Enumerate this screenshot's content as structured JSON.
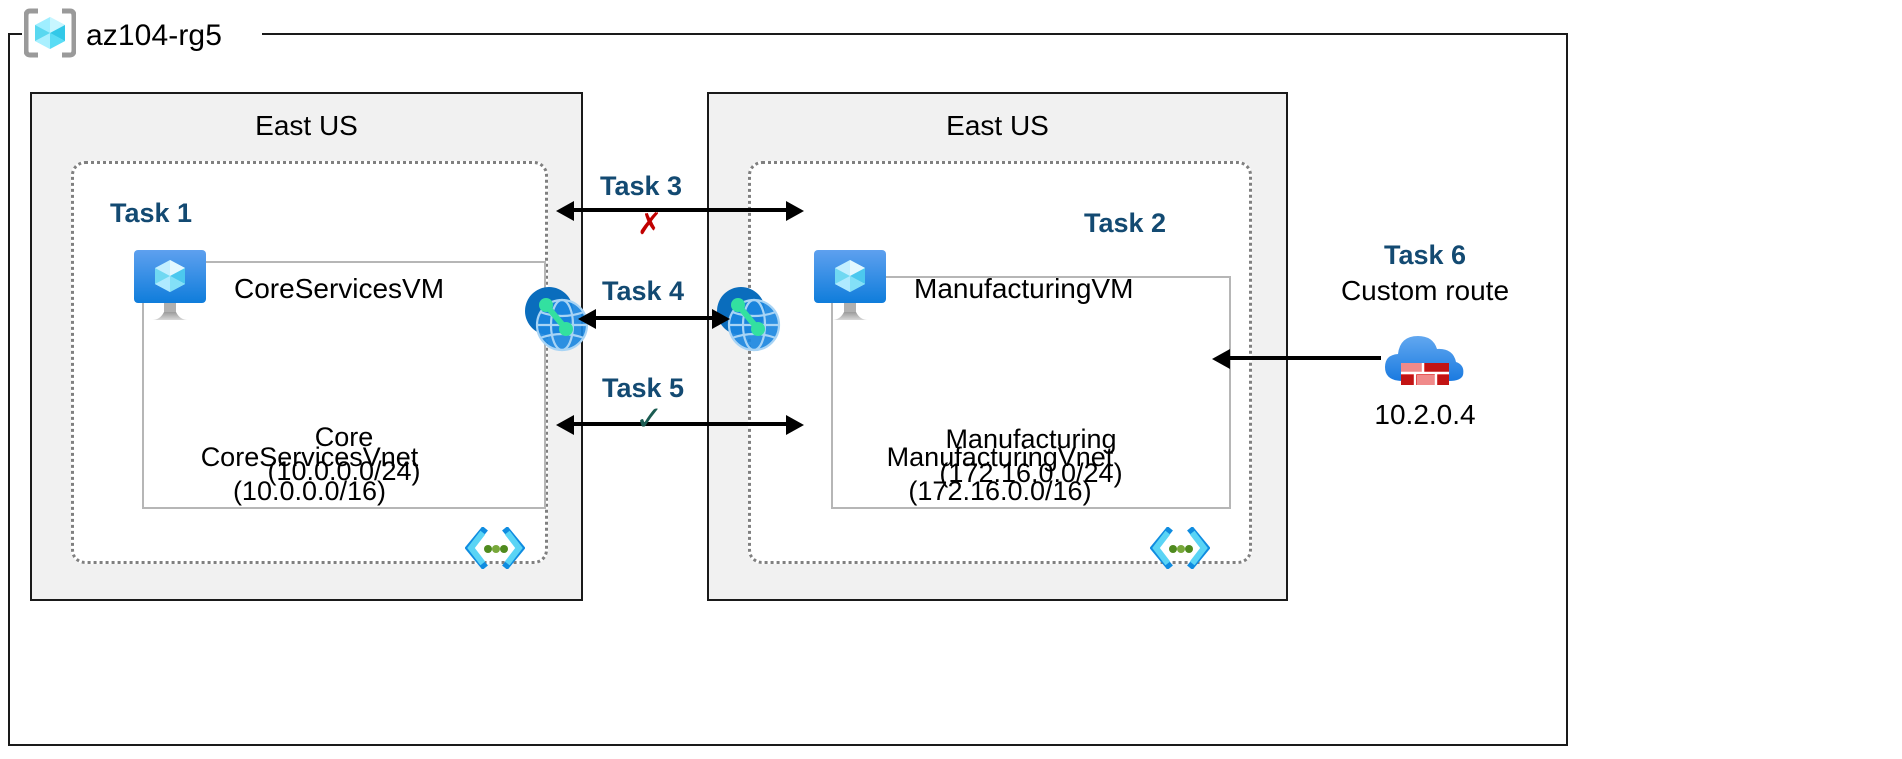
{
  "resource_group": {
    "name": "az104-rg5",
    "icon": "azure-resource-group-icon"
  },
  "regions": [
    {
      "id": "left",
      "label": "East US"
    },
    {
      "id": "right",
      "label": "East US"
    }
  ],
  "vnets": [
    {
      "id": "left",
      "name": "CoreServicesVnet",
      "cidr": "(10.0.0.0/16)",
      "subnet": {
        "name": "Core",
        "cidr": "(10.0.0.0/24)"
      },
      "vm": {
        "name": "CoreServicesVM",
        "icon": "virtual-machine-icon"
      },
      "task": "Task 1"
    },
    {
      "id": "right",
      "name": "ManufacturingVnet",
      "cidr": "(172.16.0.0/16)",
      "subnet": {
        "name": "Manufacturing",
        "cidr": "(172.16.0.0/24)"
      },
      "vm": {
        "name": "ManufacturingVM",
        "icon": "virtual-machine-icon"
      },
      "task": "Task 2"
    }
  ],
  "connections": [
    {
      "id": "task3",
      "label": "Task 3",
      "mark": "✗",
      "mark_type": "blocked",
      "mark_color": "#c00000"
    },
    {
      "id": "task4",
      "label": "Task 4",
      "mark": "",
      "mark_type": "peering",
      "mark_color": ""
    },
    {
      "id": "task5",
      "label": "Task 5",
      "mark": "✓",
      "mark_type": "allowed",
      "mark_color": "#1b5c52"
    }
  ],
  "peering": {
    "icon": "vnet-peering-icon",
    "count": 2
  },
  "route": {
    "task": "Task 6",
    "label": "Custom route",
    "ip": "10.2.0.4",
    "icon": "firewall-cloud-icon"
  },
  "subnet_icon": {
    "name": "subnet-icon",
    "glyph": "<...>"
  },
  "colors": {
    "task_label": "#134a72",
    "region_fill": "#f1f1f1",
    "vnet_border": "#808080",
    "subnet_border": "#b6b6b6",
    "blocked": "#c00000",
    "allowed": "#1b5c52",
    "azure_blue": "#0078d4"
  }
}
